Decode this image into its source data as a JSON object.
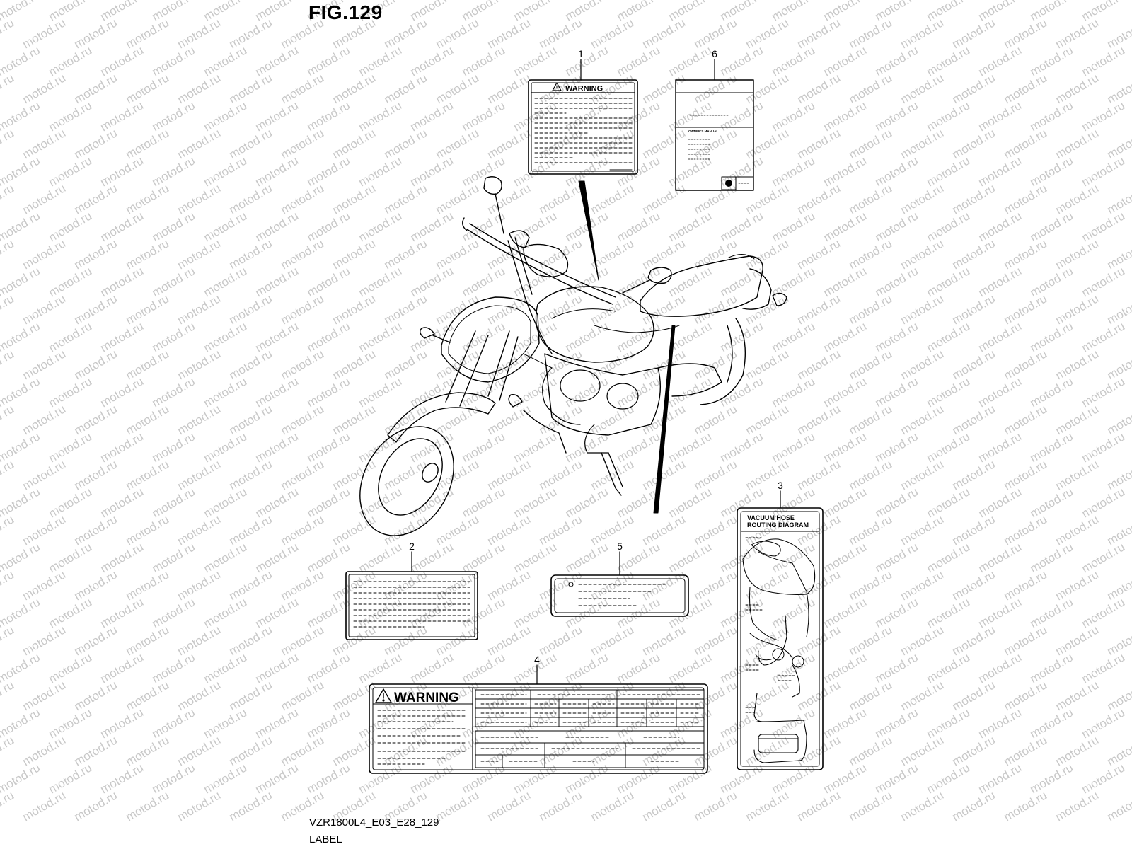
{
  "figure": {
    "title": "FIG.129",
    "model_code": "VZR1800L4_E03_E28_129",
    "section_name": "LABEL"
  },
  "watermark": "motod.ru",
  "callouts": [
    {
      "id": 1,
      "label": "1"
    },
    {
      "id": 2,
      "label": "2"
    },
    {
      "id": 3,
      "label": "3"
    },
    {
      "id": 4,
      "label": "4"
    },
    {
      "id": 5,
      "label": "5"
    },
    {
      "id": 6,
      "label": "6"
    }
  ],
  "label1": {
    "heading": "WARNING"
  },
  "label3": {
    "heading_line1": "VACUUM HOSE",
    "heading_line2": "ROUTING DIAGRAM"
  },
  "label4": {
    "heading": "WARNING"
  },
  "label6": {
    "manual_text": "OWNER'S MANUAL"
  },
  "colors": {
    "line": "#000000",
    "watermark": "#c8c8c8",
    "background": "#ffffff"
  }
}
